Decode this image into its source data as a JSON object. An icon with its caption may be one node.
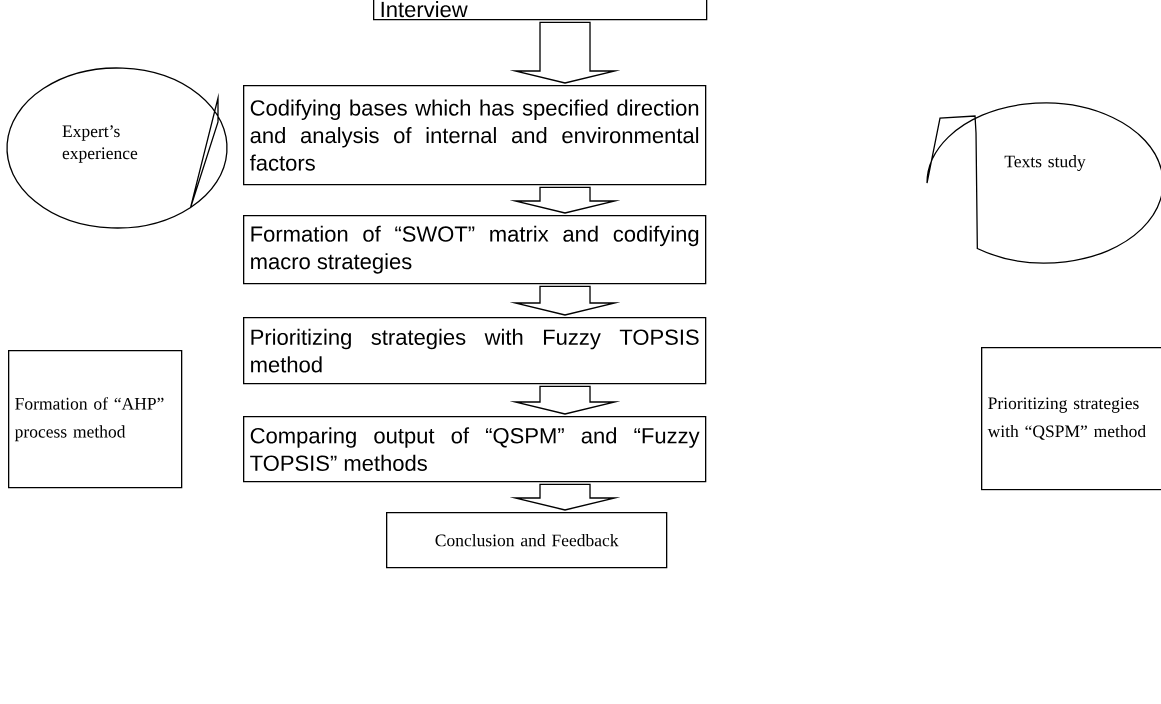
{
  "diagram": {
    "nodes": [
      {
        "text": [
          "Interview"
        ]
      },
      {
        "text": [
          "Codifying bases which has specified direction and analysis of internal and environmental factors"
        ]
      },
      {
        "text": [
          "Expert’s experience"
        ]
      },
      {
        "text": [
          "Texts study"
        ]
      },
      {
        "text": [
          "Formation of “SWOT” matrix and codifying macro strategies"
        ]
      },
      {
        "text": [
          "Formation of “AHP” process method"
        ]
      },
      {
        "text": [
          "Prioritizing strategies with Fuzzy TOPSIS method"
        ]
      },
      {
        "text": [
          "Prioritizing strategies with “QSPM” method"
        ]
      },
      {
        "text": [
          "Comparing output of “QSPM” and “Fuzzy TOPSIS” methods"
        ]
      },
      {
        "text": [
          "Conclusion and Feedback"
        ]
      }
    ],
    "edges": [
      {
        "from": 0,
        "to": 1,
        "arrow": "to"
      },
      {
        "from": 1,
        "to": 4,
        "arrow": "to"
      },
      {
        "from": 4,
        "to": 6,
        "arrow": "to"
      },
      {
        "from": 6,
        "to": 8,
        "arrow": "to"
      },
      {
        "from": 8,
        "to": 9,
        "arrow": "to"
      }
    ]
  }
}
